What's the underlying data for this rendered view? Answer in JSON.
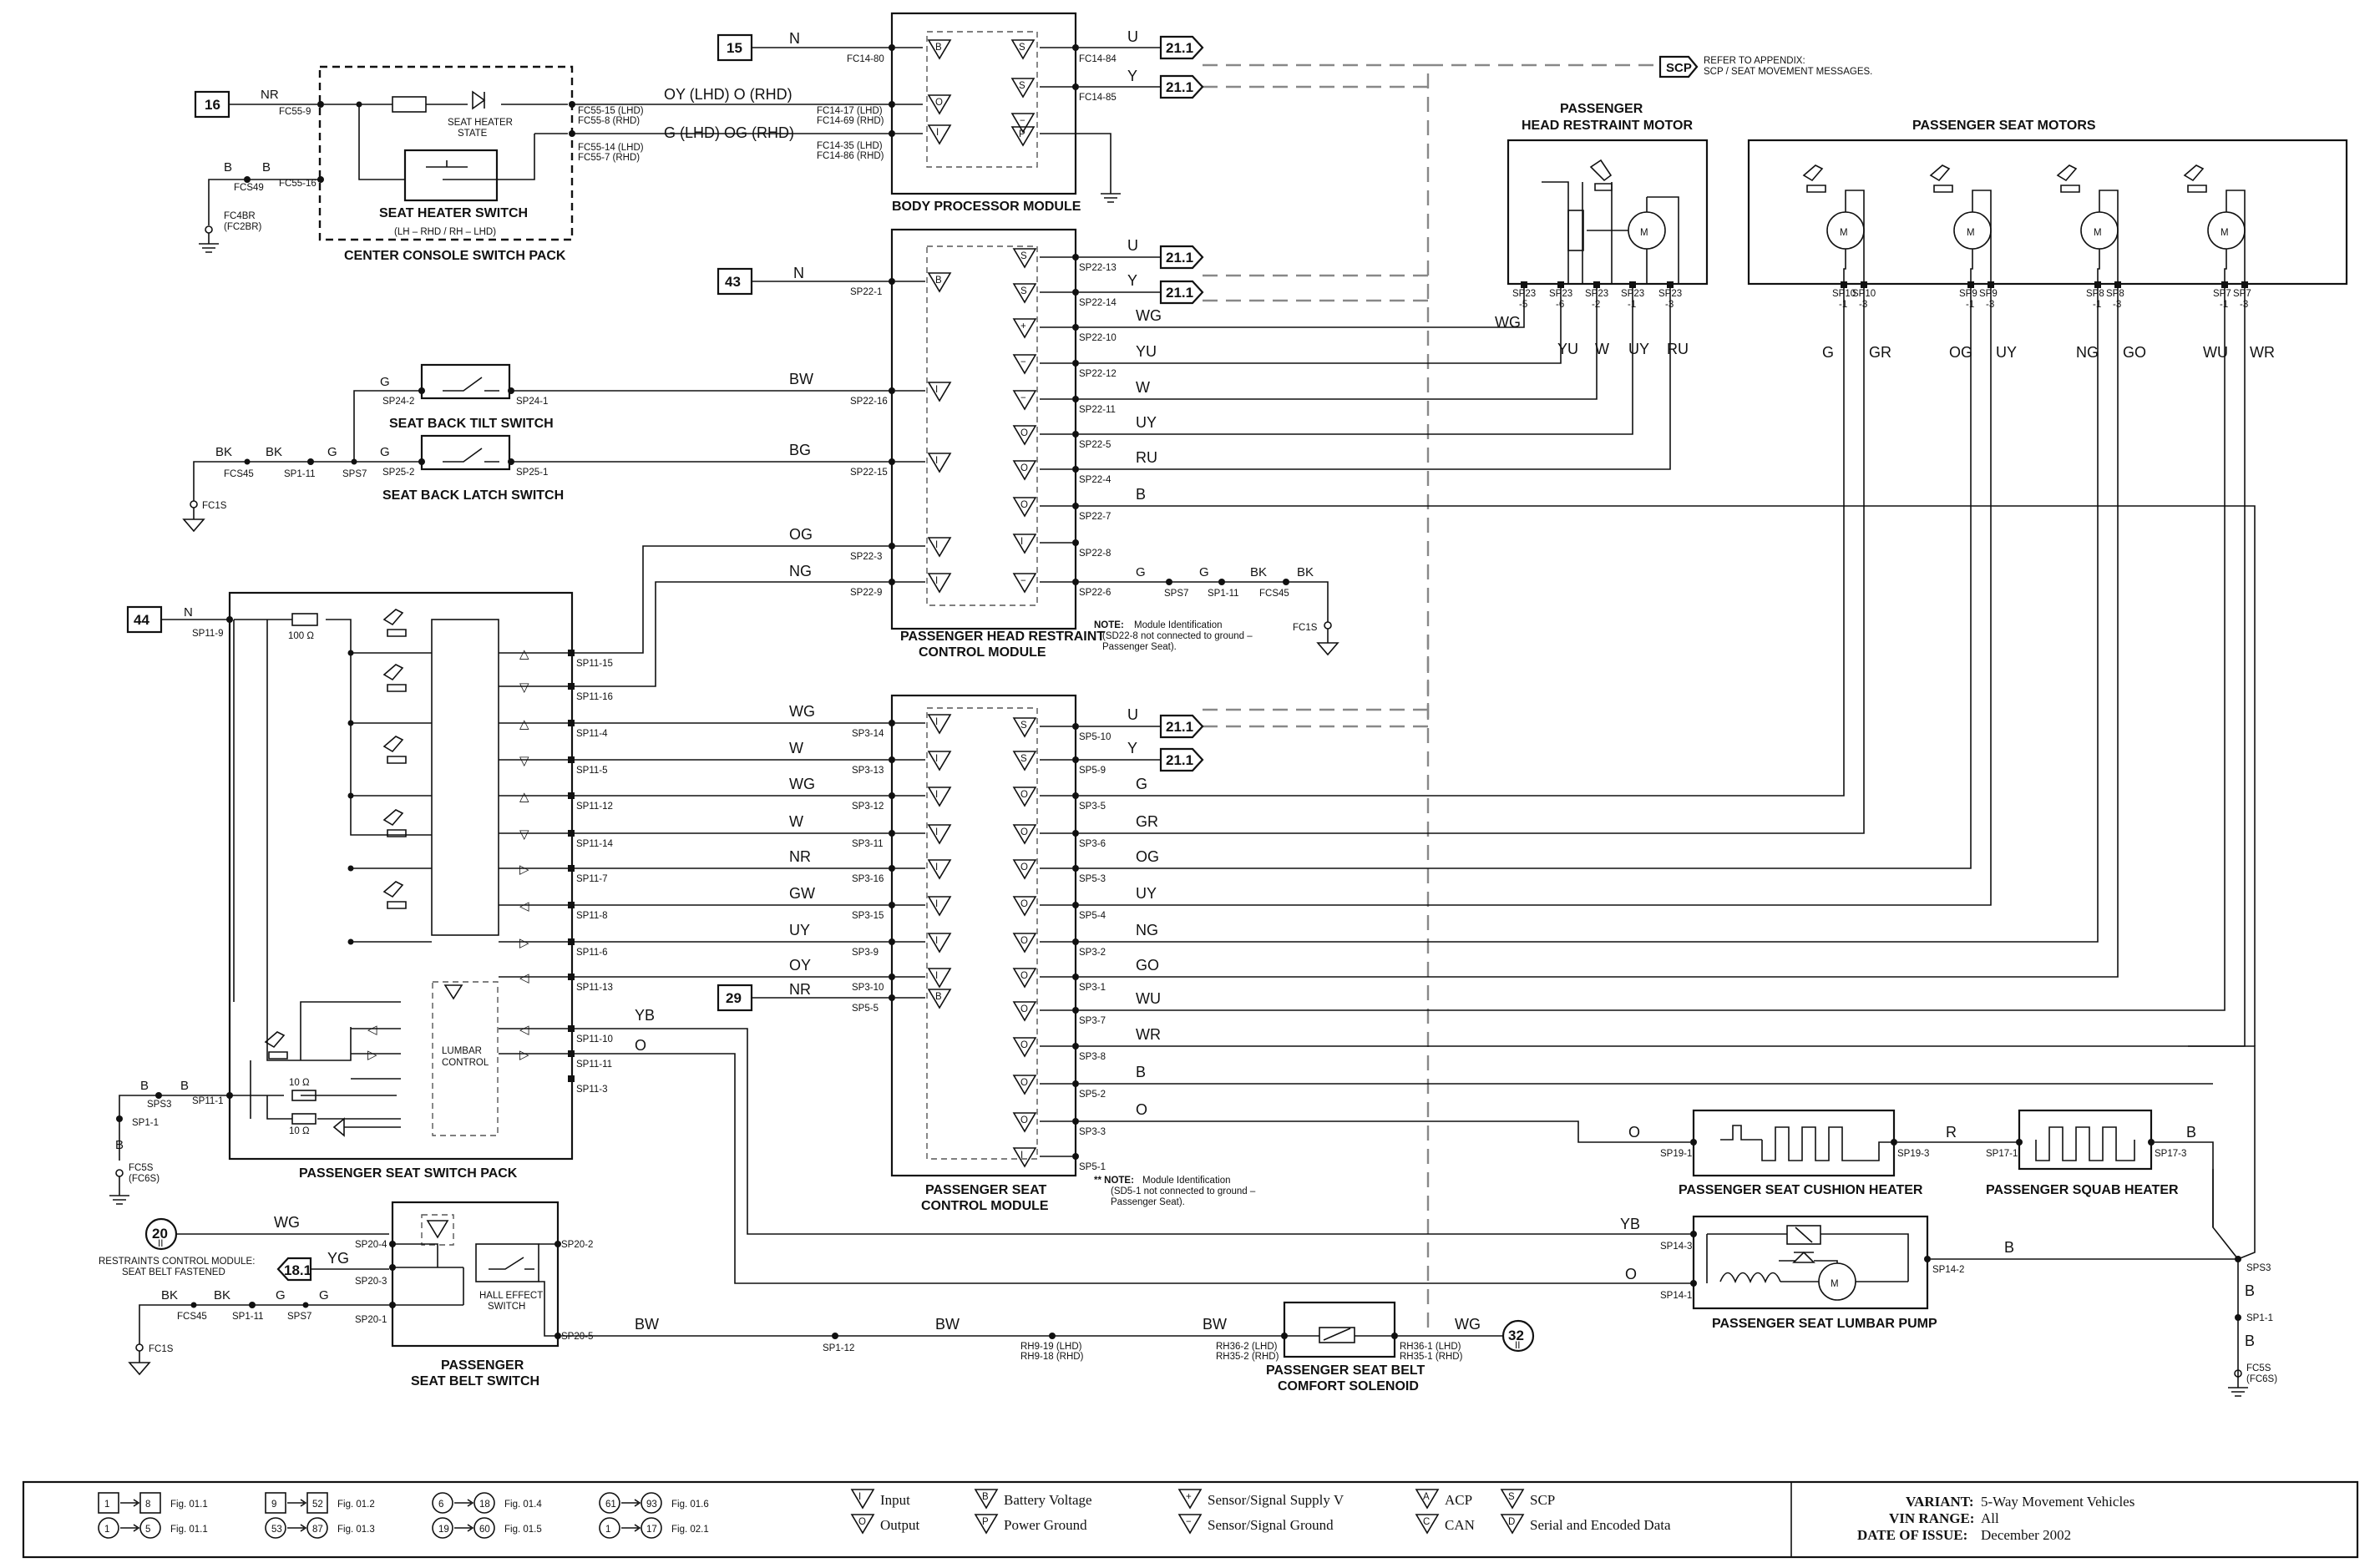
{
  "body_processor": {
    "title": "BODY PROCESSOR MODULE",
    "ref": "15",
    "in_wire": "N",
    "in_pin": "FC14-80",
    "out_pins": [
      "FC14-84",
      "FC14-85"
    ],
    "out_wires": [
      "U",
      "Y"
    ],
    "ref_out": "21.1",
    "left_pins_lhd": [
      "FC14-17 (LHD)",
      "FC14-35 (LHD)"
    ],
    "left_pins_rhd": [
      "FC14-69 (RHD)",
      "FC14-86 (RHD)"
    ]
  },
  "scp_note": {
    "badge": "SCP",
    "line1": "REFER TO APPENDIX:",
    "line2": "SCP / SEAT MOVEMENT MESSAGES."
  },
  "console": {
    "title": "CENTER CONSOLE SWITCH PACK",
    "ref": "16",
    "wire_in": "NR",
    "pin_in": "FC55-9",
    "heater_state": [
      "SEAT HEATER",
      "STATE"
    ],
    "switch_label": "SEAT HEATER SWITCH",
    "variant_note": "(LH – RHD / RH – LHD)",
    "pin_gnd": "FC55-16",
    "gnd_wire": "B",
    "gnd_splice": "FCS49",
    "gnd_point": [
      "FC4BR",
      "(FC2BR)"
    ],
    "out1_pins": [
      "FC55-15 (LHD)",
      "FC55-8 (RHD)"
    ],
    "out2_pins": [
      "FC55-14 (LHD)",
      "FC55-7 (RHD)"
    ],
    "out1_wires": "OY (LHD)   O (RHD)",
    "out2_wires": "G (LHD)   OG (RHD)"
  },
  "head_motor": {
    "title": [
      "PASSENGER",
      "HEAD RESTRAINT MOTOR"
    ],
    "pins": [
      "SP23\n-5",
      "SP23\n-6",
      "SP23\n-2",
      "SP23\n-1",
      "SP23\n-3"
    ],
    "wires": [
      "WG",
      "YU",
      "W",
      "UY",
      "RU"
    ]
  },
  "seat_motors": {
    "title": "PASSENGER SEAT MOTORS",
    "pins": [
      "SP10\n-1",
      "SP10\n-3",
      "SP9\n-1",
      "SP9\n-3",
      "SP8\n-1",
      "SP8\n-3",
      "SP7\n-1",
      "SP7\n-3"
    ],
    "wires": [
      "G",
      "GR",
      "OG",
      "UY",
      "NG",
      "GO",
      "WU",
      "WR"
    ]
  },
  "headrest_module": {
    "title": [
      "PASSENGER HEAD RESTRAINT",
      "CONTROL MODULE"
    ],
    "ref": "43",
    "in_wire": "N",
    "left_pins": [
      "SP22-1",
      "SP22-16",
      "SP22-15",
      "SP22-3",
      "SP22-9"
    ],
    "left_wires": [
      "BW",
      "BG",
      "OG",
      "NG"
    ],
    "right_pins": [
      "SP22-13",
      "SP22-14",
      "SP22-10",
      "SP22-12",
      "SP22-11",
      "SP22-5",
      "SP22-4",
      "SP22-7",
      "SP22-8",
      "SP22-6"
    ],
    "right_wires": [
      "U",
      "Y",
      "WG",
      "YU",
      "W",
      "UY",
      "RU",
      "B"
    ],
    "gnd_chain": [
      "G",
      "G",
      "BK",
      "BK"
    ],
    "gnd_labels": [
      "SPS7",
      "SP1-11",
      "FCS45"
    ],
    "gnd_point": "FC1S",
    "note_title": "NOTE:",
    "note_lines": [
      "Module Identification",
      "(SD22-8 not connected to ground –",
      "Passenger Seat)."
    ]
  },
  "tilt_switch": {
    "title": "SEAT BACK TILT SWITCH",
    "pins": [
      "SP24-2",
      "SP24-1"
    ],
    "wire": "G"
  },
  "latch_switch": {
    "title": "SEAT BACK LATCH SWITCH",
    "pins": [
      "SP25-2",
      "SP25-1"
    ],
    "wire": "G"
  },
  "left_gnd": {
    "wires": [
      "BK",
      "BK",
      "G"
    ],
    "labels": [
      "FCS45",
      "SP1-11",
      "SPS7"
    ],
    "point": "FC1S"
  },
  "switch_pack": {
    "title": "PASSENGER SEAT SWITCH PACK",
    "ref": "44",
    "in_wire": "N",
    "in_pin": "SP11-9",
    "res": "100 Ω",
    "res_small": "10 Ω",
    "lumbar": [
      "LUMBAR",
      "CONTROL"
    ],
    "pins": [
      "SP11-15",
      "SP11-16",
      "SP11-4",
      "SP11-5",
      "SP11-12",
      "SP11-14",
      "SP11-7",
      "SP11-8",
      "SP11-6",
      "SP11-13",
      "SP11-10",
      "SP11-11",
      "SP11-3"
    ],
    "gnd_pin": "SP11-1",
    "gnd_wires": [
      "B",
      "B",
      "B"
    ],
    "gnd_labels": [
      "SPS3",
      "SP1-1"
    ],
    "gnd_point": [
      "FC5S",
      "(FC6S)"
    ],
    "lumbar_wires": [
      "YB",
      "O"
    ]
  },
  "seat_module": {
    "title": [
      "PASSENGER SEAT",
      "CONTROL MODULE"
    ],
    "ref": "29",
    "in_wire": "NR",
    "left_pins": [
      "SP3-14",
      "SP3-13",
      "SP3-12",
      "SP3-11",
      "SP3-16",
      "SP3-15",
      "SP3-9",
      "SP3-10",
      "SP5-5"
    ],
    "left_wires": [
      "WG",
      "W",
      "WG",
      "W",
      "NR",
      "GW",
      "UY",
      "OY"
    ],
    "right_pins": [
      "SP5-10",
      "SP5-9",
      "SP3-5",
      "SP3-6",
      "SP5-3",
      "SP5-4",
      "SP3-2",
      "SP3-1",
      "SP3-7",
      "SP3-8",
      "SP5-2",
      "SP3-3",
      "SP5-1"
    ],
    "right_wires": [
      "U",
      "Y",
      "G",
      "GR",
      "OG",
      "UY",
      "NG",
      "GO",
      "WU",
      "WR",
      "B",
      "O"
    ],
    "note_title": "** NOTE:",
    "note_lines": [
      "Module Identification",
      "(SD5-1 not connected to ground –",
      "Passenger Seat)."
    ]
  },
  "cushion_heater": {
    "title": "PASSENGER SEAT CUSHION HEATER",
    "pins": [
      "SP19-1",
      "SP19-3"
    ],
    "wires": [
      "O",
      "R"
    ]
  },
  "squab_heater": {
    "title": "PASSENGER SQUAB HEATER",
    "pins": [
      "SP17-1",
      "SP17-3"
    ],
    "wire_out": "B"
  },
  "lumbar_pump": {
    "title": "PASSENGER SEAT LUMBAR PUMP",
    "pins": [
      "SP14-3",
      "SP14-1",
      "SP14-2"
    ],
    "wires": [
      "YB",
      "O",
      "B"
    ]
  },
  "right_gnd": {
    "splice": "SPS3",
    "wires": [
      "B",
      "B"
    ],
    "pin": "SP1-1",
    "point": [
      "FC5S",
      "(FC6S)"
    ]
  },
  "belt_switch": {
    "title": [
      "PASSENGER",
      "SEAT BELT SWITCH"
    ],
    "ref_in": "20",
    "ref_in_sub": "II",
    "wire_in": "WG",
    "restraints_note": [
      "RESTRAINTS CONTROL MODULE:",
      "SEAT BELT FASTENED"
    ],
    "ref_out": "18.1",
    "wire_yg": "YG",
    "pins": [
      "SP20-4",
      "SP20-3",
      "SP20-1",
      "SP20-2",
      "SP20-5"
    ],
    "hall": [
      "HALL EFFECT",
      "SWITCH"
    ],
    "gnd_wires": [
      "BK",
      "BK",
      "G",
      "G"
    ],
    "gnd_labels": [
      "FCS45",
      "SP1-11",
      "SPS7"
    ],
    "gnd_point": "FC1S"
  },
  "solenoid": {
    "title": [
      "PASSENGER SEAT BELT",
      "COMFORT SOLENOID"
    ],
    "wires": [
      "BW",
      "BW",
      "BW",
      "WG"
    ],
    "splice": "SP1-12",
    "rh9": [
      "RH9-19 (LHD)",
      "RH9-18 (RHD)"
    ],
    "rh36_2": [
      "RH36-2 (LHD)",
      "RH35-2 (RHD)"
    ],
    "rh36_1": [
      "RH36-1 (LHD)",
      "RH35-1 (RHD)"
    ],
    "ref_out": "32",
    "ref_out_sub": "II"
  },
  "legend": {
    "fig_refs": [
      {
        "a": "1",
        "b": "8",
        "fig": "Fig. 01.1"
      },
      {
        "a": "9",
        "b": "52",
        "fig": "Fig. 01.2"
      },
      {
        "a": "6",
        "b": "18",
        "fig": "Fig. 01.4"
      },
      {
        "a": "61",
        "b": "93",
        "fig": "Fig. 01.6"
      },
      {
        "a": "1",
        "b": "5",
        "fig": "Fig. 01.1"
      },
      {
        "a": "53",
        "b": "87",
        "fig": "Fig. 01.3"
      },
      {
        "a": "19",
        "b": "60",
        "fig": "Fig. 01.5"
      },
      {
        "a": "1",
        "b": "17",
        "fig": "Fig. 02.1"
      }
    ],
    "symbols": [
      {
        "sym": "I",
        "label": "Input"
      },
      {
        "sym": "O",
        "label": "Output"
      },
      {
        "sym": "B",
        "label": "Battery Voltage"
      },
      {
        "sym": "P",
        "label": "Power Ground"
      },
      {
        "sym": "+",
        "label": "Sensor/Signal Supply V"
      },
      {
        "sym": "−",
        "label": "Sensor/Signal Ground"
      },
      {
        "sym": "A",
        "label": "ACP"
      },
      {
        "sym": "C",
        "label": "CAN"
      },
      {
        "sym": "S",
        "label": "SCP"
      },
      {
        "sym": "D",
        "label": "Serial and Encoded Data"
      }
    ],
    "variant_label": "VARIANT:",
    "variant": "5-Way Movement Vehicles",
    "vin_label": "VIN RANGE:",
    "vin": "All",
    "date_label": "DATE OF ISSUE:",
    "date": "December 2002"
  }
}
